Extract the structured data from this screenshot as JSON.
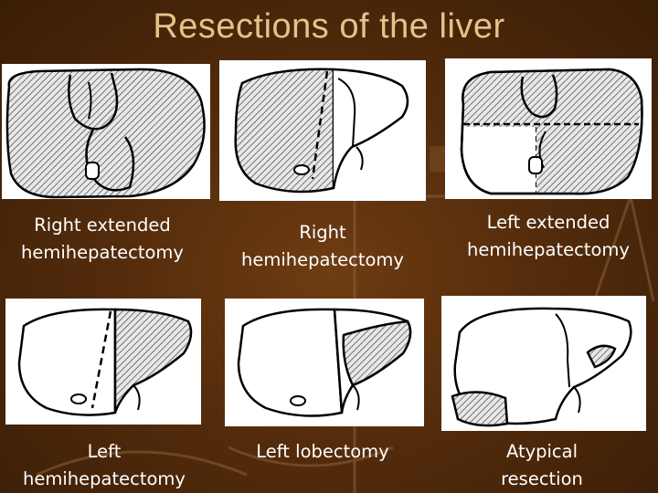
{
  "title": "Resections of the liver",
  "accent": "#e3c38b",
  "panels": [
    {
      "caption_line1": "Right extended",
      "caption_line2": "hemihepatectomy"
    },
    {
      "caption_line1": "Right",
      "caption_line2": "hemihepatectomy"
    },
    {
      "caption_line1": "Left extended",
      "caption_line2": "hemihepatectomy"
    },
    {
      "caption_line1": "Left",
      "caption_line2": "hemihepatectomy"
    },
    {
      "caption_line1": "Left lobectomy",
      "caption_line2": ""
    },
    {
      "caption_line1": "Atypical",
      "caption_line2": "resection"
    }
  ]
}
